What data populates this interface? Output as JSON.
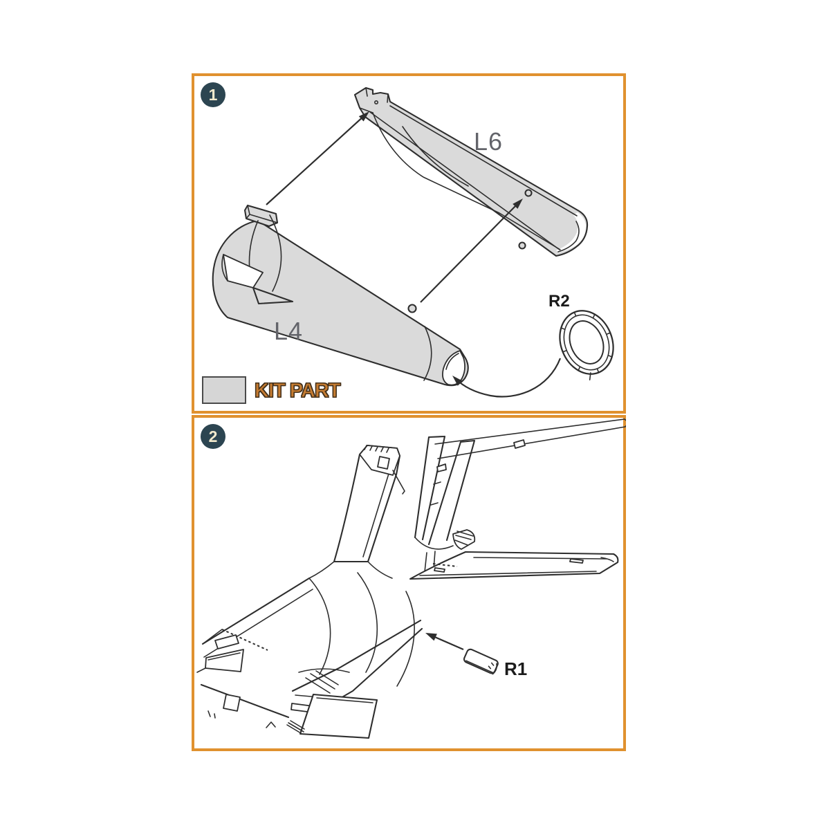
{
  "sheet": {
    "background_color": "#FFFFFF"
  },
  "style": {
    "panel_border": "#E0912F",
    "badge_bg": "#2C4551",
    "badge_text": "#F2EACD",
    "part_fill": "#DADADA",
    "line": "#2E2E2E",
    "part_label": "#63646A",
    "callout_label": "#1B1B1B",
    "legend_text": "#C67C31",
    "legend_outline": "#42301C",
    "swatch_fill": "#D6D6D6",
    "swatch_border": "#4A4A4A"
  },
  "panels": [
    {
      "step_number": "1",
      "part_labels": {
        "upper_shell": "L6",
        "lower_shell": "L4",
        "ring": "R2"
      },
      "legend": {
        "label": "KIT PART"
      }
    },
    {
      "step_number": "2",
      "part_labels": {
        "plate": "R1"
      }
    }
  ]
}
